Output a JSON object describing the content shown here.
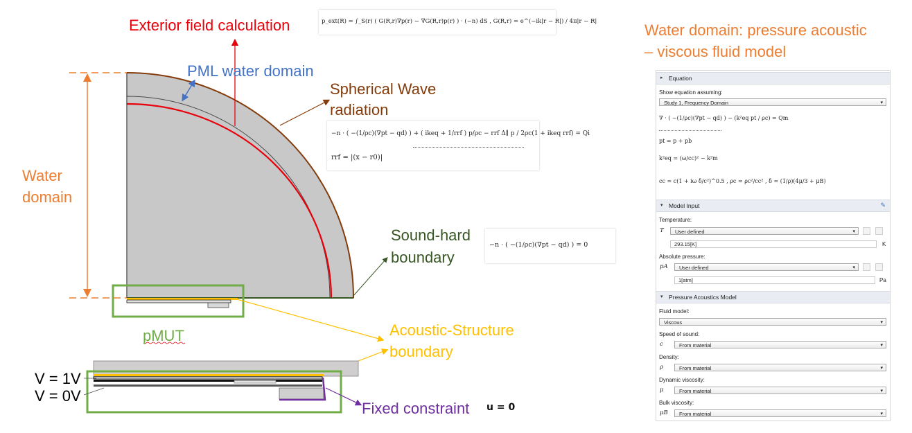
{
  "labels": {
    "exterior": "Exterior field calculation",
    "pml": "PML water domain",
    "spherical1": "Spherical Wave",
    "spherical2": "radiation",
    "water1": "Water",
    "water2": "domain",
    "soundhard1": "Sound-hard",
    "soundhard2": "boundary",
    "acoustic1": "Acoustic-Structure",
    "acoustic2": "boundary",
    "pmut": "pMUT",
    "v1": "V = 1V",
    "v0": "V = 0V",
    "fixed": "Fixed constraint",
    "fixed_eq": "u = 0",
    "water_title1": "Water domain: pressure acoustic",
    "water_title2": "– viscous fluid model"
  },
  "equations": {
    "exterior": "p_ext(R) = ∫_S(r) ( G(R,r)∇p(r) − ∇G(R,r)p(r) ) · (−n) dS ,   G(R,r) = e^(−ik|r − R|) / 4π|r − R|",
    "spherical_line1": "−n · ( −(1/ρc)(∇pt − qd) ) + ( ikeq + 1/rrf ) p/ρc − rrf Δ∥ p / 2ρc(1 + ikeq rrf) = Qi",
    "spherical_line2": "rrf = |(x − r0)|",
    "soundhard": "−n · ( −(1/ρc)(∇pt − qd) ) = 0"
  },
  "panel": {
    "equation_section": "Equation",
    "show_eq_label": "Show equation assuming:",
    "show_eq_value": "Study 1, Frequency Domain",
    "eq1": "∇ · ( −(1/ρc)(∇pt − qd) ) − (k²eq pt / ρc) = Qm",
    "eq2": "pt = p + pb",
    "eq3": "k²eq = (ω/cc)² − k²m",
    "eq4": "cc = c(1 + iω δ/c²)^0.5 ,   ρc = ρc²/cc² ,   δ = (1/ρ)(4μ/3 + μB)",
    "model_input_section": "Model Input",
    "temperature_label": "Temperature:",
    "temperature_symbol": "T",
    "temperature_select": "User defined",
    "temperature_value": "293.15[K]",
    "temperature_unit": "K",
    "abs_pressure_label": "Absolute pressure:",
    "abs_pressure_symbol": "pA",
    "abs_pressure_select": "User defined",
    "abs_pressure_value": "1[atm]",
    "abs_pressure_unit": "Pa",
    "pam_section": "Pressure Acoustics Model",
    "fluid_model_label": "Fluid model:",
    "fluid_model_value": "Viscous",
    "speed_label": "Speed of sound:",
    "speed_symbol": "c",
    "speed_value": "From material",
    "density_label": "Density:",
    "density_symbol": "ρ",
    "density_value": "From material",
    "dynvisc_label": "Dynamic viscosity:",
    "dynvisc_symbol": "μ",
    "dynvisc_value": "From material",
    "bulkvisc_label": "Bulk viscosity:",
    "bulkvisc_symbol": "μB",
    "bulkvisc_value": "From material"
  },
  "colors": {
    "orange": "#ED7D31",
    "red": "#E8000B",
    "blue": "#4472C4",
    "brown": "#843C0C",
    "dark_green": "#375623",
    "yellow": "#FFC000",
    "green": "#70AD47",
    "purple": "#7030A0",
    "domain_gray": "#C8C8C8"
  }
}
